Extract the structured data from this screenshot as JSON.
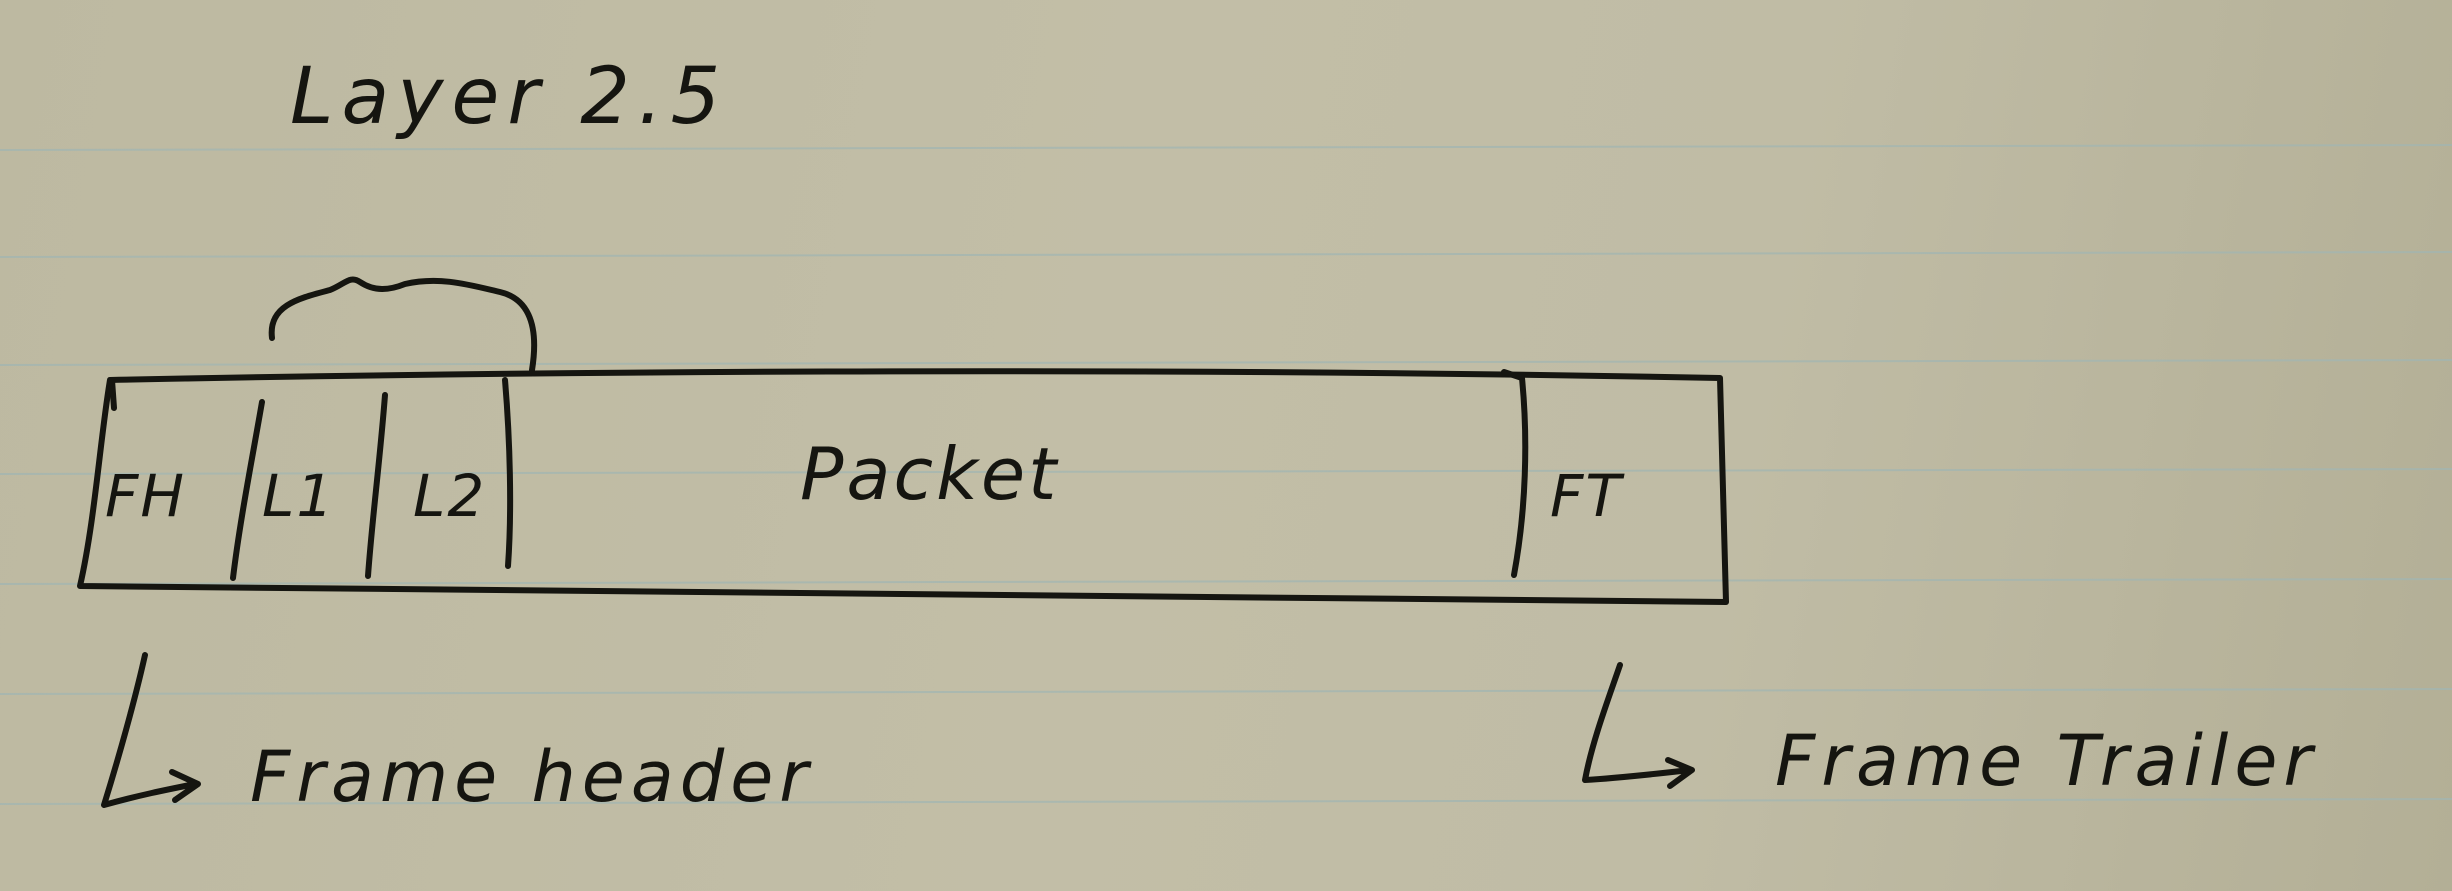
{
  "title": "Layer 2.5",
  "frame": {
    "cells": {
      "fh": "FH",
      "l1": "L1",
      "l2": "L2",
      "packet": "Packet",
      "ft": "FT"
    }
  },
  "annotations": {
    "frame_header": "Frame header",
    "frame_trailer": "Frame Trailer"
  },
  "colors": {
    "paper": "#c0bca5",
    "rule_line": "#9fb4b0",
    "ink": "#151510"
  }
}
